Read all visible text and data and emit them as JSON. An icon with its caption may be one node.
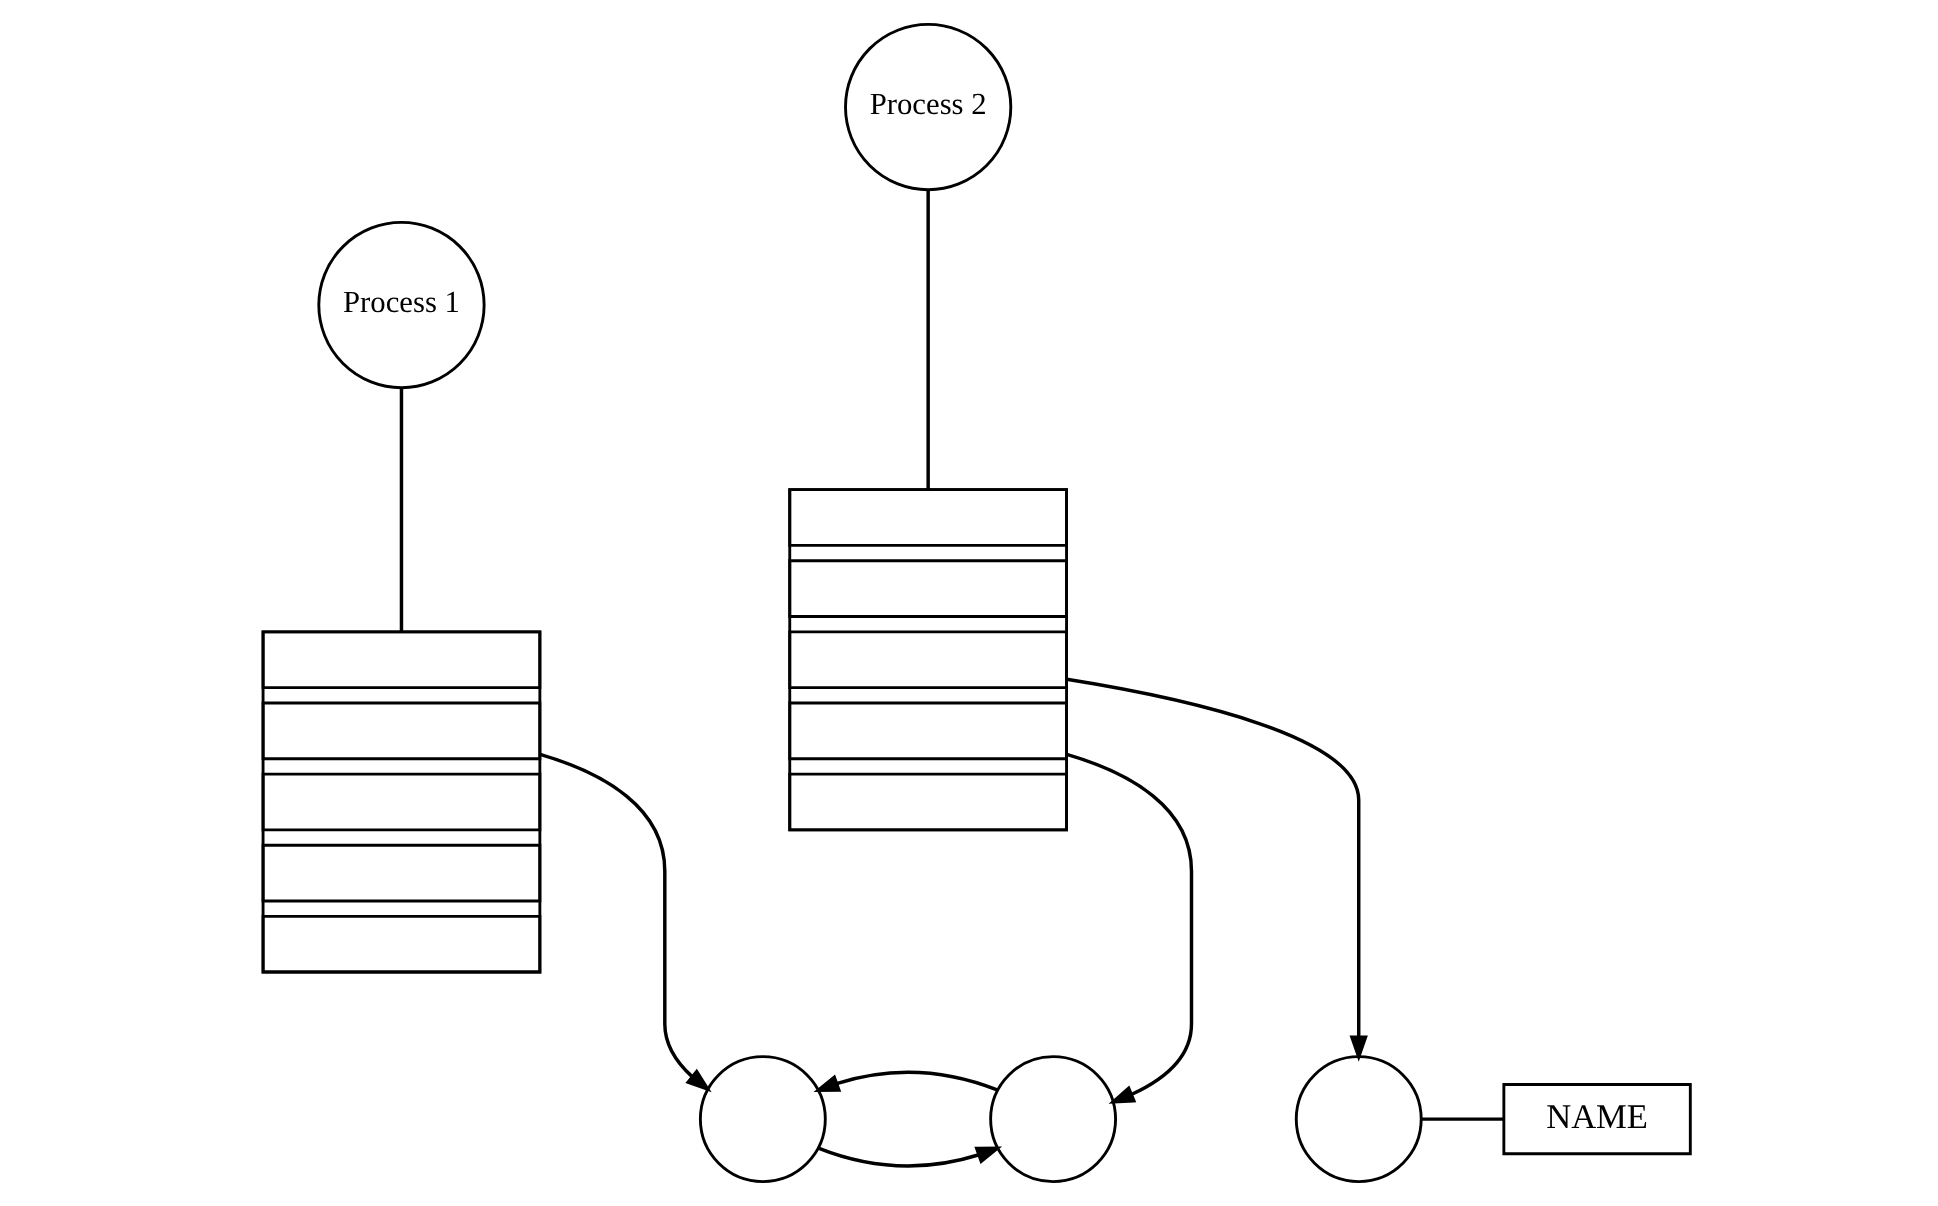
{
  "diagram": {
    "nodes": [
      {
        "text": [
          "Process 1"
        ]
      },
      {
        "text": [],
        "shape": "box"
      },
      {
        "text": [],
        "shape": "box",
        "in": 1
      },
      {
        "text": [],
        "shape": "box",
        "in": 1
      },
      {
        "text": [],
        "shape": "box",
        "in": 1
      },
      {
        "text": [],
        "shape": "box",
        "in": 1
      },
      {
        "text": [],
        "shape": "box",
        "in": 1
      },
      {
        "text": [
          "Process 2"
        ]
      },
      {
        "text": [],
        "shape": "box"
      },
      {
        "text": [],
        "shape": "box",
        "in": 8
      },
      {
        "text": [],
        "shape": "box",
        "in": 8
      },
      {
        "text": [],
        "shape": "box",
        "in": 8
      },
      {
        "text": [],
        "shape": "box",
        "in": 8
      },
      {
        "text": [],
        "shape": "box",
        "in": 8
      },
      {
        "text": [],
        "shape": "circle"
      },
      {
        "text": [],
        "shape": "circle"
      },
      {
        "text": [],
        "shape": "circle"
      },
      {
        "text": [
          "NAME"
        ]
      }
    ],
    "edges": [
      {
        "from": 0,
        "to": 1,
        "arrow": "none"
      },
      {
        "from": 7,
        "to": 8,
        "arrow": "none"
      },
      {
        "from": 3,
        "to": 14,
        "arrow": "to"
      },
      {
        "from": 11,
        "to": 16,
        "arrow": "to"
      },
      {
        "from": 12,
        "to": 15,
        "arrow": "to"
      },
      {
        "from": 14,
        "to": 15,
        "arrow": "to"
      },
      {
        "from": 15,
        "to": 14,
        "arrow": "to"
      },
      {
        "from": 16,
        "to": 17,
        "arrow": "none"
      }
    ]
  }
}
